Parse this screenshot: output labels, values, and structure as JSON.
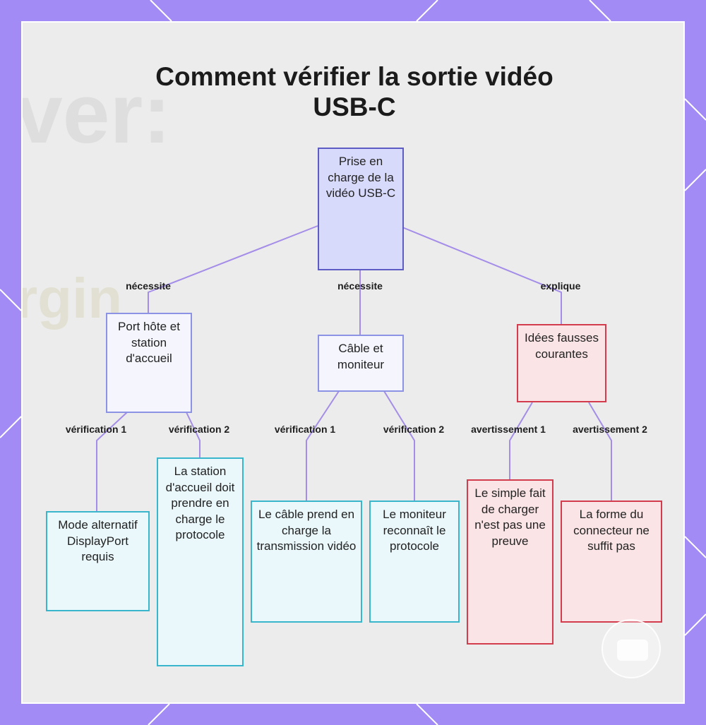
{
  "title": "Comment vérifier la sortie vidéo USB-C",
  "background_text": [
    "ver:",
    "rgin"
  ],
  "colors": {
    "frame": "#a38bf6",
    "edge": "#a48de8",
    "root_fill": "#d8dafc",
    "root_border": "#5c5cc4",
    "mid_fill": "#f4f5fd",
    "mid_border": "#8c92e4",
    "leaf_fill": "#eaf8fb",
    "leaf_border": "#3ab6cc",
    "warn_fill": "#fbe4e6",
    "warn_border": "#d23c4c"
  },
  "nodes": {
    "root": "Prise en charge de la vidéo USB-C",
    "host": "Port hôte et station d'accueil",
    "cable": "Câble et moniteur",
    "myths": "Idées fausses courantes",
    "alt_mode": "Mode alternatif DisplayPort requis",
    "dock_protocol": "La station d'accueil doit prendre en charge le protocole",
    "cable_video": "Le câble prend en charge la transmission vidéo",
    "monitor_protocol": "Le moniteur reconnaît le protocole",
    "charging": "Le simple fait de charger n'est pas une preuve",
    "connector_shape": "La forme du connecteur ne suffit pas"
  },
  "edges": {
    "root_host": "nécessite",
    "root_cable": "nécessite",
    "root_myths": "explique",
    "host_alt": "vérification 1",
    "host_dock": "vérification 2",
    "cable_video": "vérification 1",
    "cable_monitor": "vérification 2",
    "myths_charging": "avertissement 1",
    "myths_connector": "avertissement 2"
  },
  "chat_icon": "chat-bubble-icon"
}
